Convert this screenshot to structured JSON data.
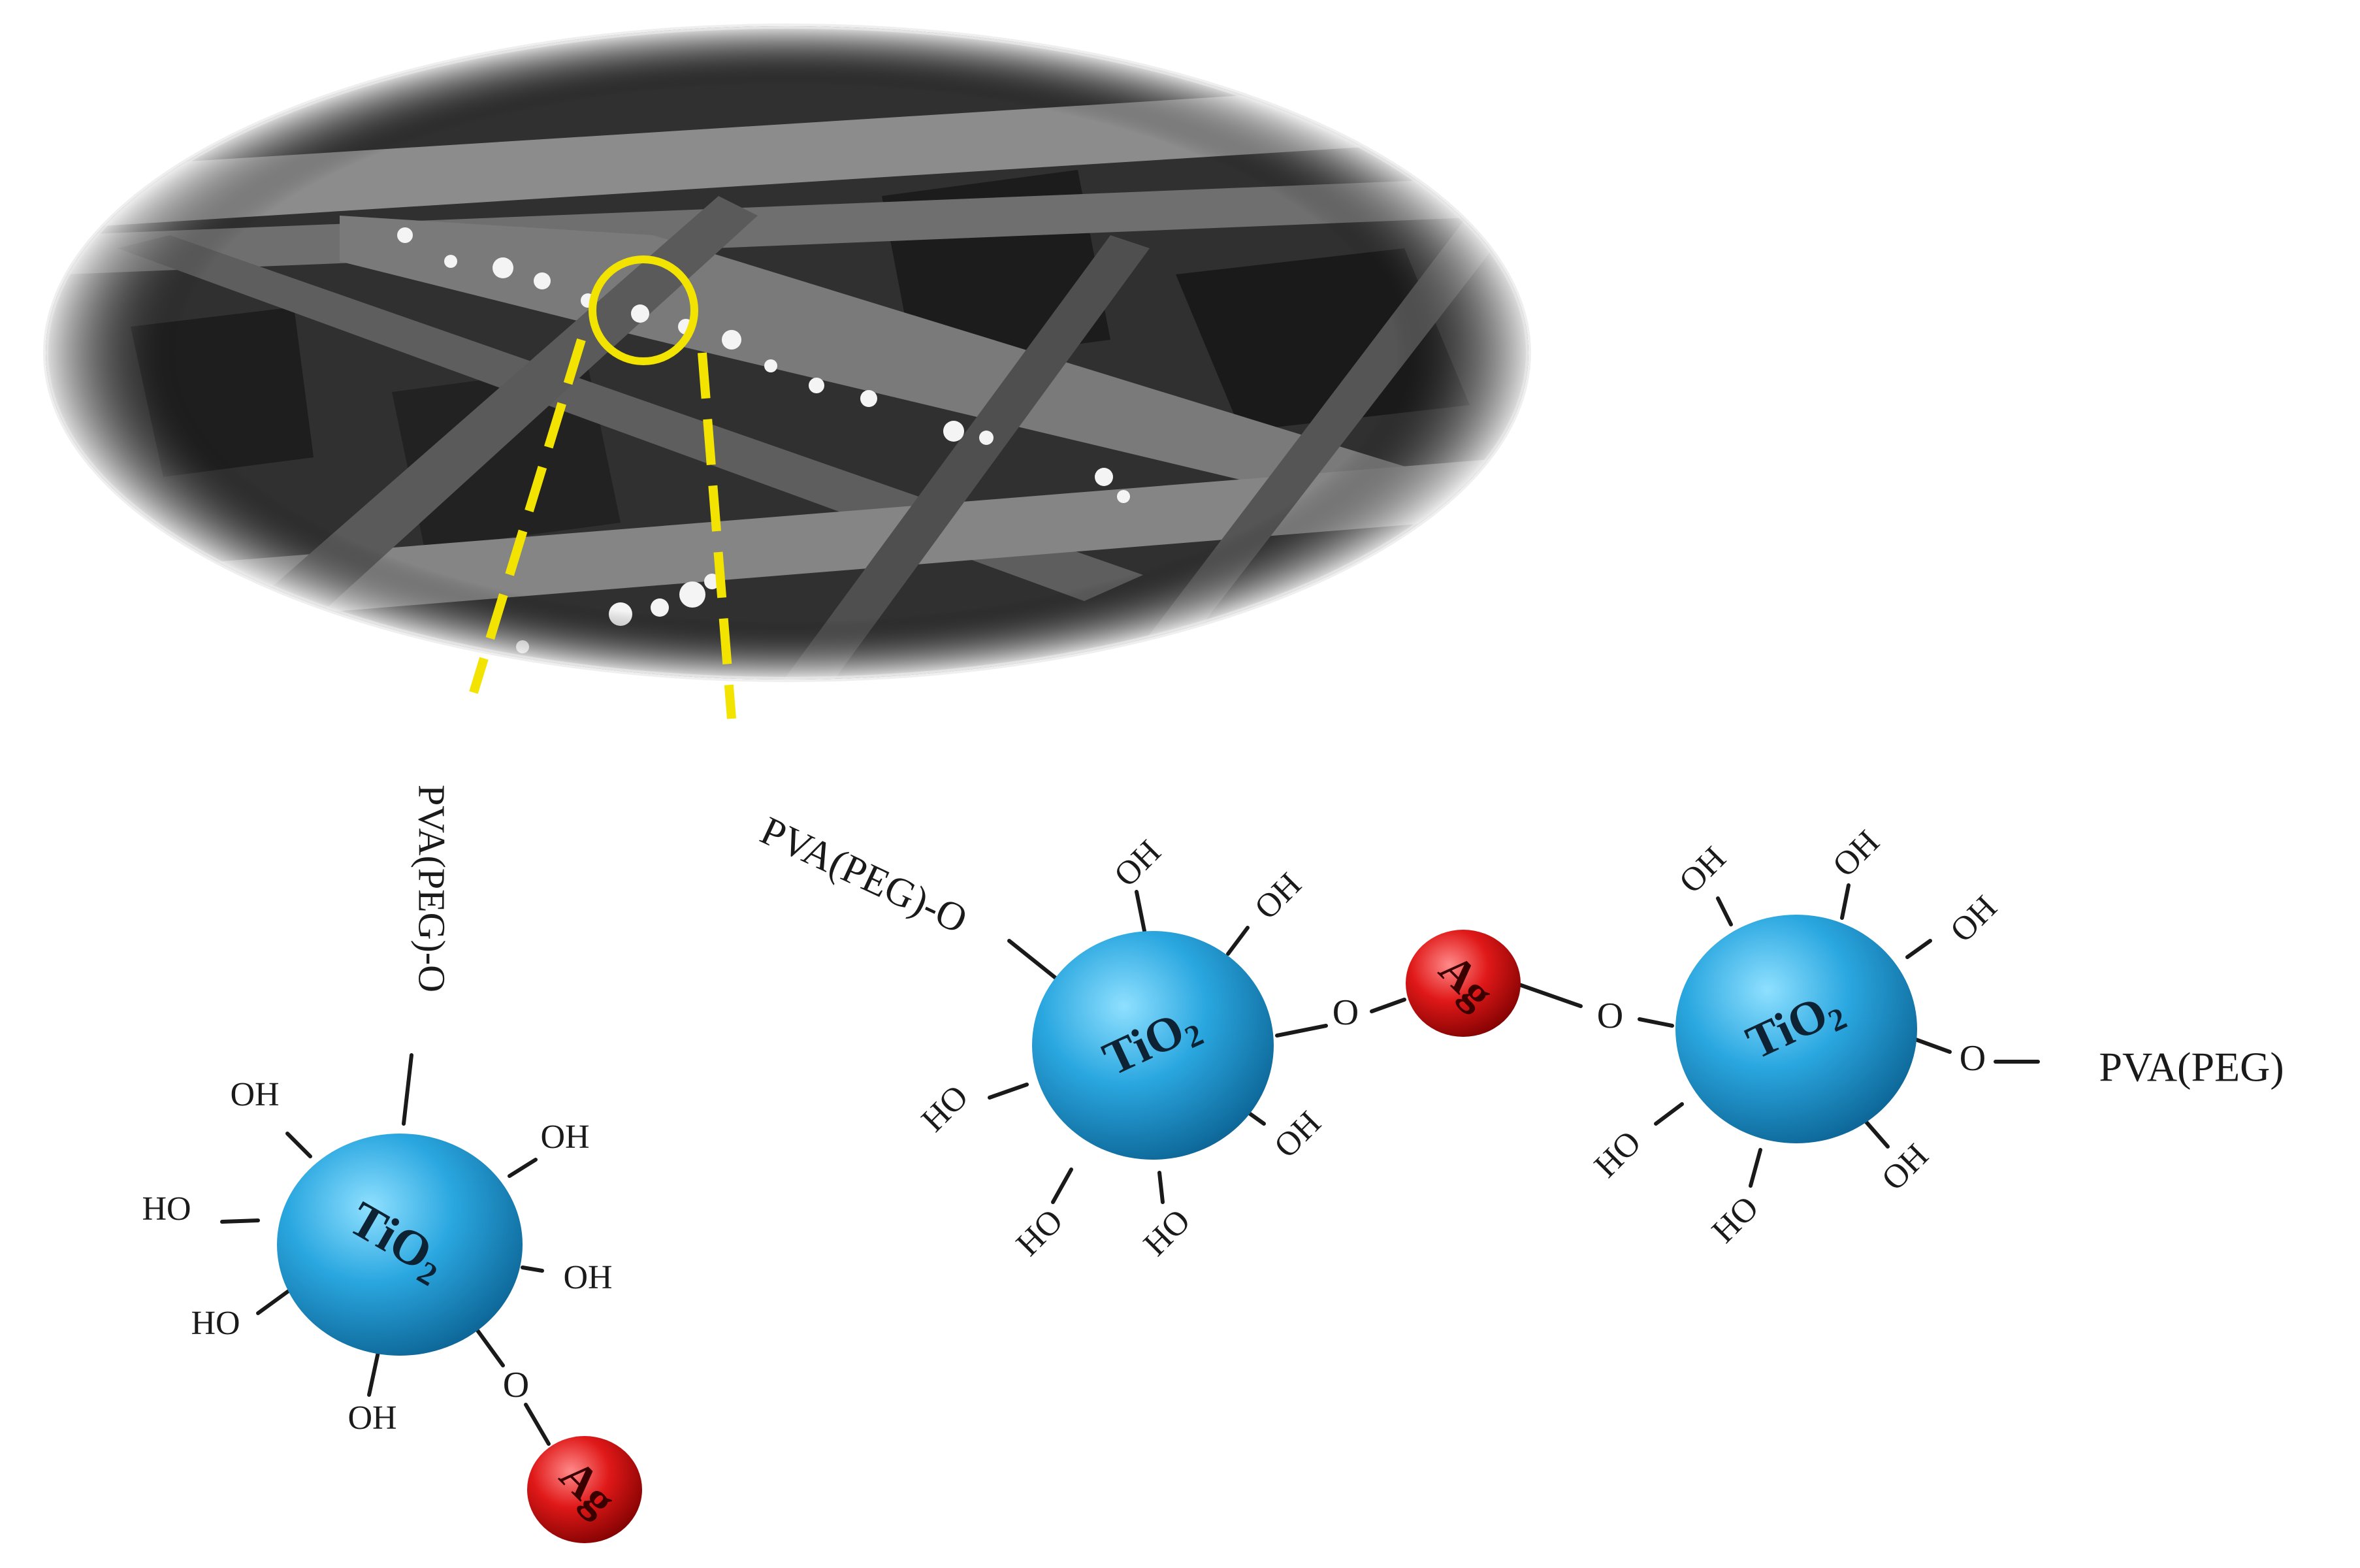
{
  "labels": {
    "pva_peg_o": "PVA(PEG)-O",
    "pva_peg": "PVA(PEG)",
    "oh": "OH",
    "ho": "HO",
    "o": "O",
    "ag": "Ag",
    "ti": "TiO",
    "sub2": "2"
  },
  "colors": {
    "tio2": "#2aa7e0",
    "ag": "#e01818",
    "highlight": "#f2e400",
    "sem_bg": "#2b2b2b",
    "fiber": "#9a9a9a"
  }
}
